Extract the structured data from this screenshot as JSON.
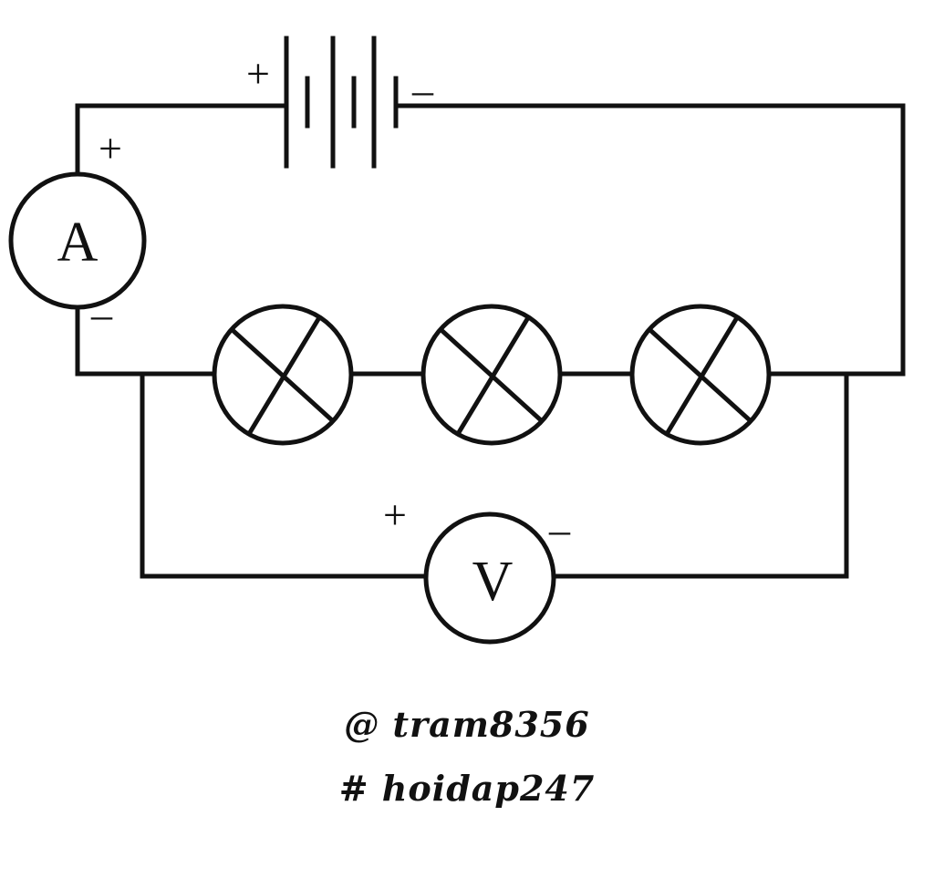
{
  "diagram": {
    "ammeter": {
      "symbol": "A",
      "plus": "+",
      "minus": "–"
    },
    "battery": {
      "plus": "+",
      "minus": "–"
    },
    "voltmeter": {
      "symbol": "V",
      "plus": "+",
      "minus": "–"
    },
    "lamps": [
      {
        "symbol": "lamp"
      },
      {
        "symbol": "lamp"
      },
      {
        "symbol": "lamp"
      }
    ]
  },
  "watermark": {
    "line1": "@ tram8356",
    "line2": "# hoidap247"
  }
}
